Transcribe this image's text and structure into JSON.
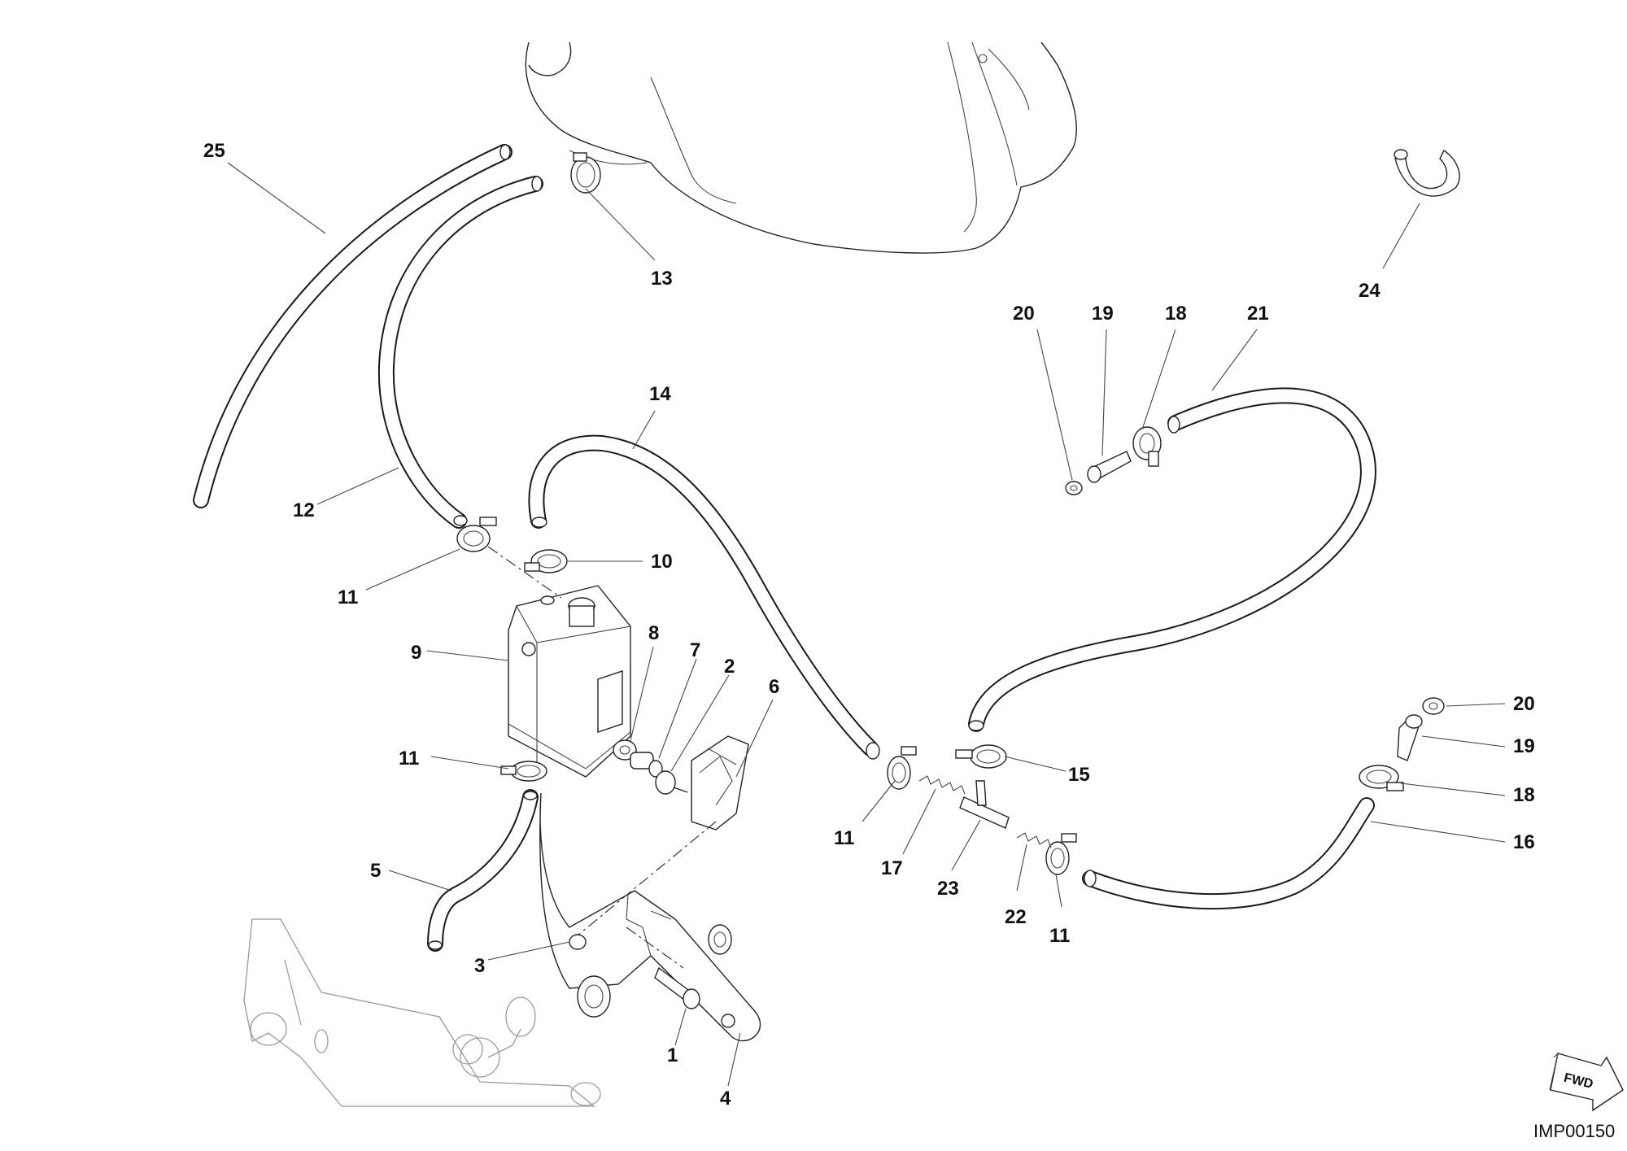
{
  "diagram": {
    "code": "IMP00150",
    "fwd_label": "FWD",
    "callouts": [
      {
        "id": "c25",
        "text": "25"
      },
      {
        "id": "c13",
        "text": "13"
      },
      {
        "id": "c24",
        "text": "24"
      },
      {
        "id": "c20a",
        "text": "20"
      },
      {
        "id": "c19a",
        "text": "19"
      },
      {
        "id": "c18a",
        "text": "18"
      },
      {
        "id": "c21",
        "text": "21"
      },
      {
        "id": "c14",
        "text": "14"
      },
      {
        "id": "c12",
        "text": "12"
      },
      {
        "id": "c10",
        "text": "10"
      },
      {
        "id": "c11a",
        "text": "11"
      },
      {
        "id": "c9",
        "text": "9"
      },
      {
        "id": "c8",
        "text": "8"
      },
      {
        "id": "c7",
        "text": "7"
      },
      {
        "id": "c2",
        "text": "2"
      },
      {
        "id": "c6",
        "text": "6"
      },
      {
        "id": "c11b",
        "text": "11"
      },
      {
        "id": "c5",
        "text": "5"
      },
      {
        "id": "c3",
        "text": "3"
      },
      {
        "id": "c1",
        "text": "1"
      },
      {
        "id": "c4",
        "text": "4"
      },
      {
        "id": "c11c",
        "text": "11"
      },
      {
        "id": "c17",
        "text": "17"
      },
      {
        "id": "c23",
        "text": "23"
      },
      {
        "id": "c22",
        "text": "22"
      },
      {
        "id": "c11d",
        "text": "11"
      },
      {
        "id": "c15",
        "text": "15"
      },
      {
        "id": "c20b",
        "text": "20"
      },
      {
        "id": "c19b",
        "text": "19"
      },
      {
        "id": "c18b",
        "text": "18"
      },
      {
        "id": "c16",
        "text": "16"
      }
    ]
  }
}
